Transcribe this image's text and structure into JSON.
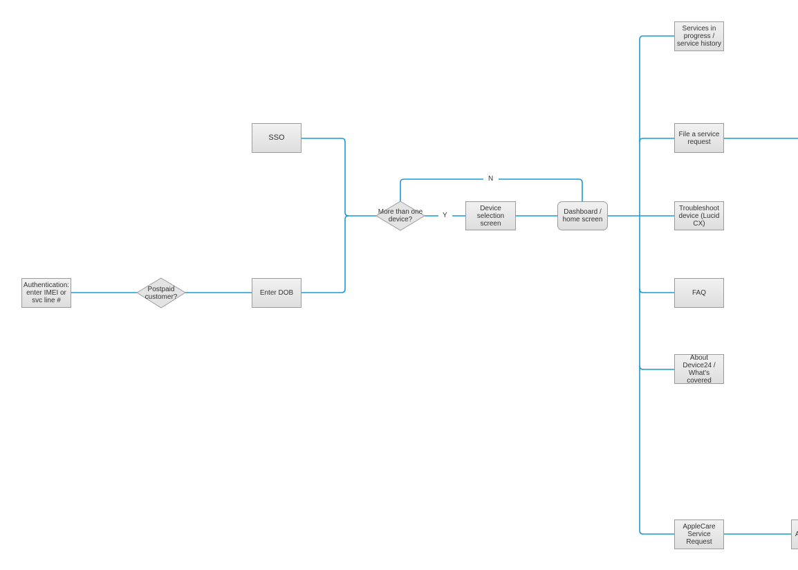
{
  "diagram": {
    "line_color": "#1a9ad6",
    "node_fill": "#e6e6e6",
    "node_border": "#9a9a9a",
    "nodes": {
      "auth": "Authentication: enter IMEI or svc line #",
      "postpaid": "Postpaid customer?",
      "sso": "SSO",
      "enter_dob": "Enter DOB",
      "more_than_one": "More than one device?",
      "device_selection": "Device selection screen",
      "dashboard": "Dashboard / home screen",
      "services_in_progress": "Services in progress / service history",
      "file_request": "File a service request",
      "troubleshoot": "Troubleshoot device (Lucid CX)",
      "faq": "FAQ",
      "about": "About Device24 / What's covered",
      "applecare": "AppleCare Service Request",
      "applecare_next": "A"
    },
    "edge_labels": {
      "yes": "Y",
      "no": "N"
    }
  }
}
